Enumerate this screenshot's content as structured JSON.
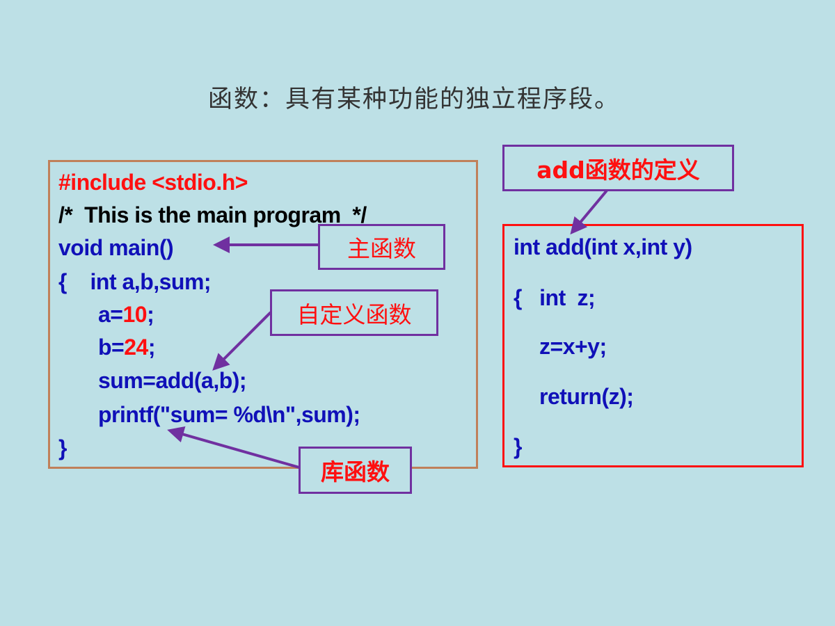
{
  "title": "函数：具有某种功能的独立程序段。",
  "main_code": {
    "include": "#include <stdio.h>",
    "comment": "/*  This is the main program  */",
    "main_decl": "void main()",
    "brace_open": "{    int a,b,sum;",
    "a_prefix": "a=",
    "a_value": "10",
    "b_prefix": "b=",
    "b_value": "24",
    "semicolon": ";",
    "sum_line": "sum=add(a,b);",
    "printf_line": "printf(\"sum= %d\\n\",sum);",
    "brace_close": "}"
  },
  "add_code": {
    "signature": "int add(int x,int y)",
    "decl": "{   int  z;",
    "assign": "z=x+y;",
    "ret": "return(z);",
    "brace_close": "}"
  },
  "labels": {
    "main_function": "主函数",
    "user_function": "自定义函数",
    "library_function": "库函数",
    "add_definition": "add函数的定义"
  },
  "colors": {
    "background": "#bde0e6",
    "code": "#1010b8",
    "highlight": "#ff1010",
    "label_border": "#7030a0",
    "arrow": "#7030a0"
  }
}
